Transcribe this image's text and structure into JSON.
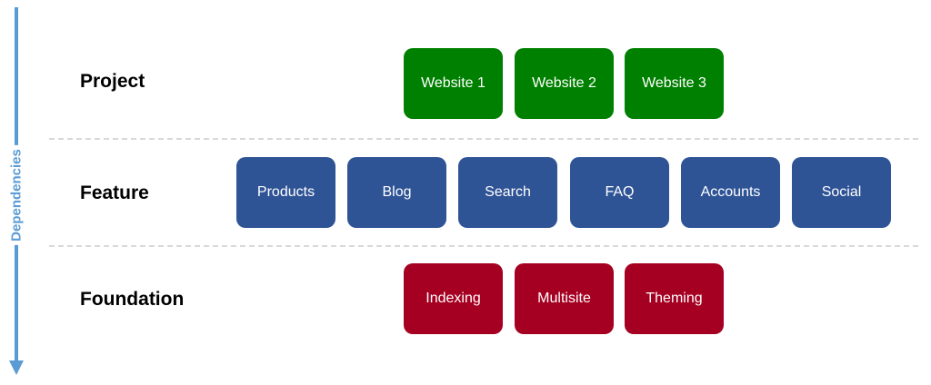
{
  "axis": {
    "label": "Dependencies"
  },
  "layers": [
    {
      "name": "Project",
      "color": "#008000",
      "boxes": [
        "Website 1",
        "Website 2",
        "Website 3"
      ]
    },
    {
      "name": "Feature",
      "color": "#2f5496",
      "boxes": [
        "Products",
        "Blog",
        "Search",
        "FAQ",
        "Accounts",
        "Social"
      ]
    },
    {
      "name": "Foundation",
      "color": "#a50021",
      "boxes": [
        "Indexing",
        "Multisite",
        "Theming"
      ]
    }
  ]
}
